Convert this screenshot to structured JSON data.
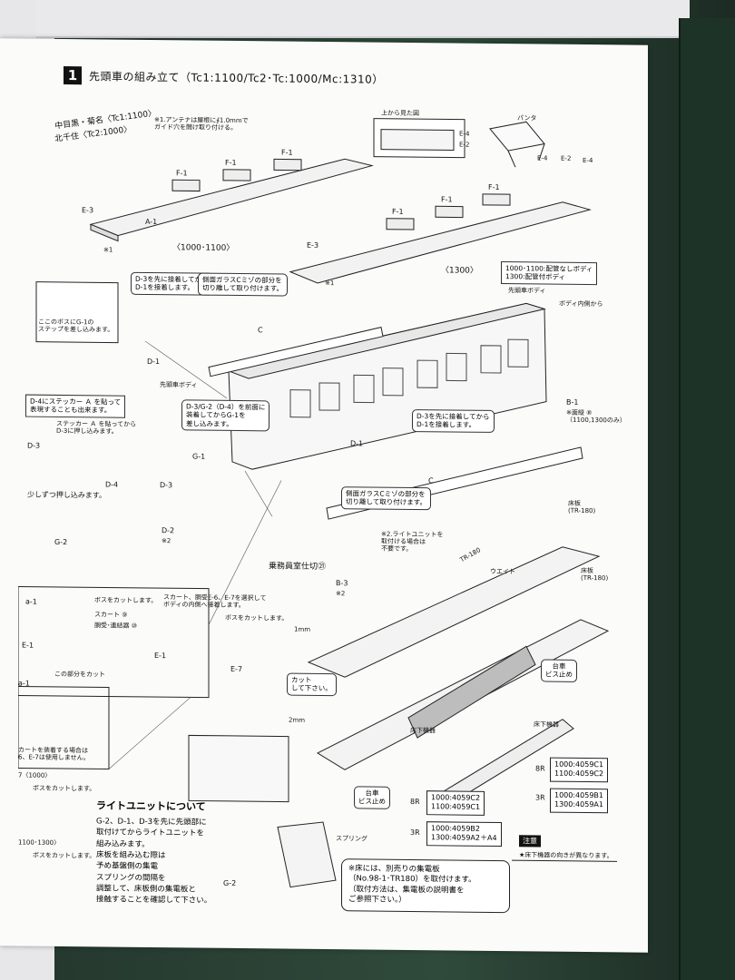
{
  "title": {
    "number": "1",
    "text": "先頭車の組み立て（Tc1:1100/Tc2･Tc:1000/Mc:1310）"
  },
  "labels": {
    "side_dest_a": "中目黒・菊名〈Tc1:1100〉",
    "side_dest_b": "北千住〈Tc2:1000〉",
    "antenna_note": "※1.アンテナは屋根に∮1.0mmで\nガイド穴を開け取り付ける。",
    "f1": "F-1",
    "e3": "E-3",
    "a1": "A-1",
    "roof_1000_1100": "〈1000･1100〉",
    "roof_1300": "〈1300〉",
    "top_view": "上から見た図",
    "e4": "E-4",
    "e2": "E-2",
    "panta": "パンタ",
    "mark1": "※1",
    "body_diff": "1000･1100:配管なしボディ\n1300:配管付ボディ",
    "lead_body": "先頭車ボディ",
    "from_inside": "ボディ内側から",
    "d3_first": "D-3を先に接着してから\nD-1を接着します。",
    "side_glass": "側面ガラスCミゾの部分を\n切り離して取り付けます。",
    "c_label": "C",
    "d1": "D-1",
    "boss_g1": "ここのボスにG-1の\nステップを差し込みます。",
    "d4_sticker": "D-4にステッカー Ａ を貼って\n表現することも出来ます。",
    "sticker_d3": "ステッカー Ａ を貼ってから\nD-3に押し込みます。",
    "d3": "D-3",
    "d4": "D-4",
    "d3g2": "D-3/G-2（D-4）を前面に\n装着してからG-1を\n差し込みます。",
    "g1": "G-1",
    "d3_first2": "D-3を先に接着してから\nD-1を接着します。",
    "b1": "B-1",
    "b1_note": "※面縦 ⑧\n（1100,1300のみ）",
    "push_little": "少しずつ押し込みます。",
    "g2": "G-2",
    "d2": "D-2",
    "mark2": "※2",
    "light_no_need": "※2.ライトユニットを\n取付ける場合は\n不要です。",
    "crew_room": "乗務員室仕切㉑",
    "b3": "B-3",
    "floor_tr180_a": "床板\n(TR-180)",
    "weight": "ウエイト",
    "floor_tr180_b": "床板\n(TR-180)",
    "boss_cut": "ボスをカットします。",
    "a1_small": "a-1",
    "e1": "E-1",
    "skirt": "スカート ⑨",
    "coupler": "胴受･連結器 ⑩",
    "skirt_select": "スカート、胴受E-6、E-7を選択して\nボディの内側へ接着します。",
    "boss_cut2": "ボスをカットします。",
    "e7": "E-7",
    "this_part_cut": "この部分をカット",
    "skirt_mount": "カートを装着する場合は\n6、E-7は使用しません。",
    "seven_1000": "7〈1000〉",
    "boss_cut3": "ボスをカットします。",
    "boss_1100_1300": "1100･1300〉",
    "boss_cut4": "ボスをカットします。",
    "one_mm": "1mm",
    "cut_please": "カット\nして下さい。",
    "two_mm": "2mm",
    "bogie_a": "台車\nビス止め",
    "bogie_b": "台車\nビス止め",
    "underfloor_a": "床下機器",
    "underfloor_b": "床下機器",
    "spring": "スプリング",
    "tr180_mark": "TR-180",
    "notice": "注意",
    "notice_text": "★床下機器の向きが異なります。"
  },
  "light_unit": {
    "heading": "ライトユニットについて",
    "body": "G-2、D-1、D-3を先に先頭部に\n取付けてからライトユニットを\n組み込みます。\n床板を組み込む際は\n予め基盤側の集電\nスプリングの間隔を\n調整して、床板側の集電板と\n接触することを確認して下さい。"
  },
  "collector_note": "※床には、別売りの集電板\n（No.98-1･TR180）を取付けます。\n（取付方法は、集電板の説明書を\nご参照下さい。）",
  "part_numbers": {
    "left_8r": "8R",
    "left_8r_vals": "1000:4059C2\n1100:4059C1",
    "left_3r": "3R",
    "left_3r_vals": "1000:4059B2\n1300:4059A2＋A4",
    "right_8r": "8R",
    "right_8r_vals": "1000:4059C1\n1100:4059C2",
    "right_3r": "3R",
    "right_3r_vals": "1000:4059B1\n1300:4059A1"
  }
}
